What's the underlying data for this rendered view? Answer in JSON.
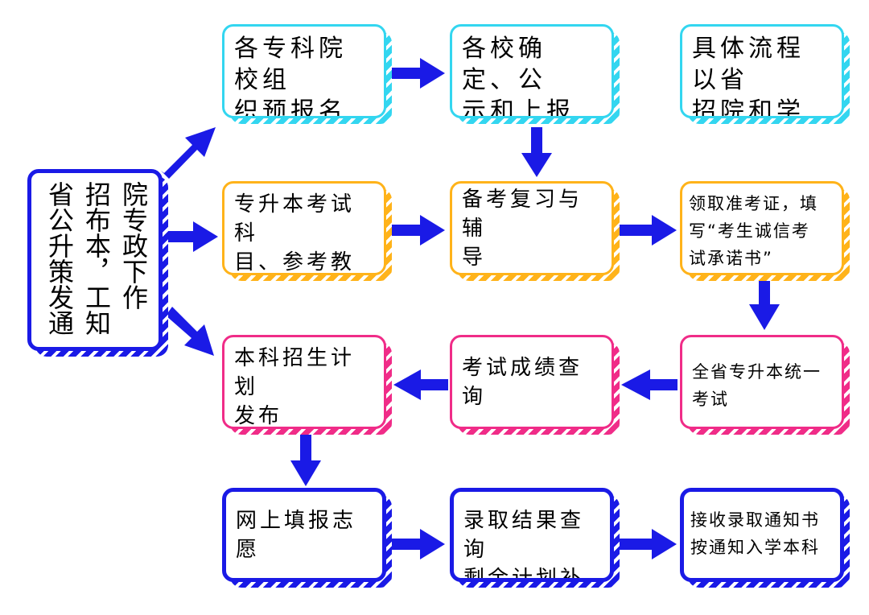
{
  "diagram": {
    "notice": {
      "columns": [
        "院专政下作",
        "招布本，工知",
        "省公升策发通"
      ],
      "color": "#1a1ae6"
    },
    "row1": [
      "各专科院校组\n织预报名和资\n格审核",
      "各校确定、公\n示和上报考生\n名单",
      "具体流程以省\n招院和学校通\n知为准"
    ],
    "row2": [
      "专升本考试科\n目、参考教材\n发布",
      "备考复习与辅\n导",
      "领取准考证，填\n写“考生诚信考\n试承诺书”"
    ],
    "row3": [
      "本科招生计划\n发布",
      "考试成绩查询",
      "全省专升本统一\n考试"
    ],
    "row4": [
      "网上填报志愿",
      "录取结果查询\n剩余计划补报",
      "接收录取通知书\n按通知入学本科"
    ],
    "colors": {
      "arrow": "#1a1ae6",
      "row1": "#33d6f0",
      "row2": "#ffb31a",
      "row3": "#f02c88",
      "row4": "#1a1ae6"
    }
  }
}
